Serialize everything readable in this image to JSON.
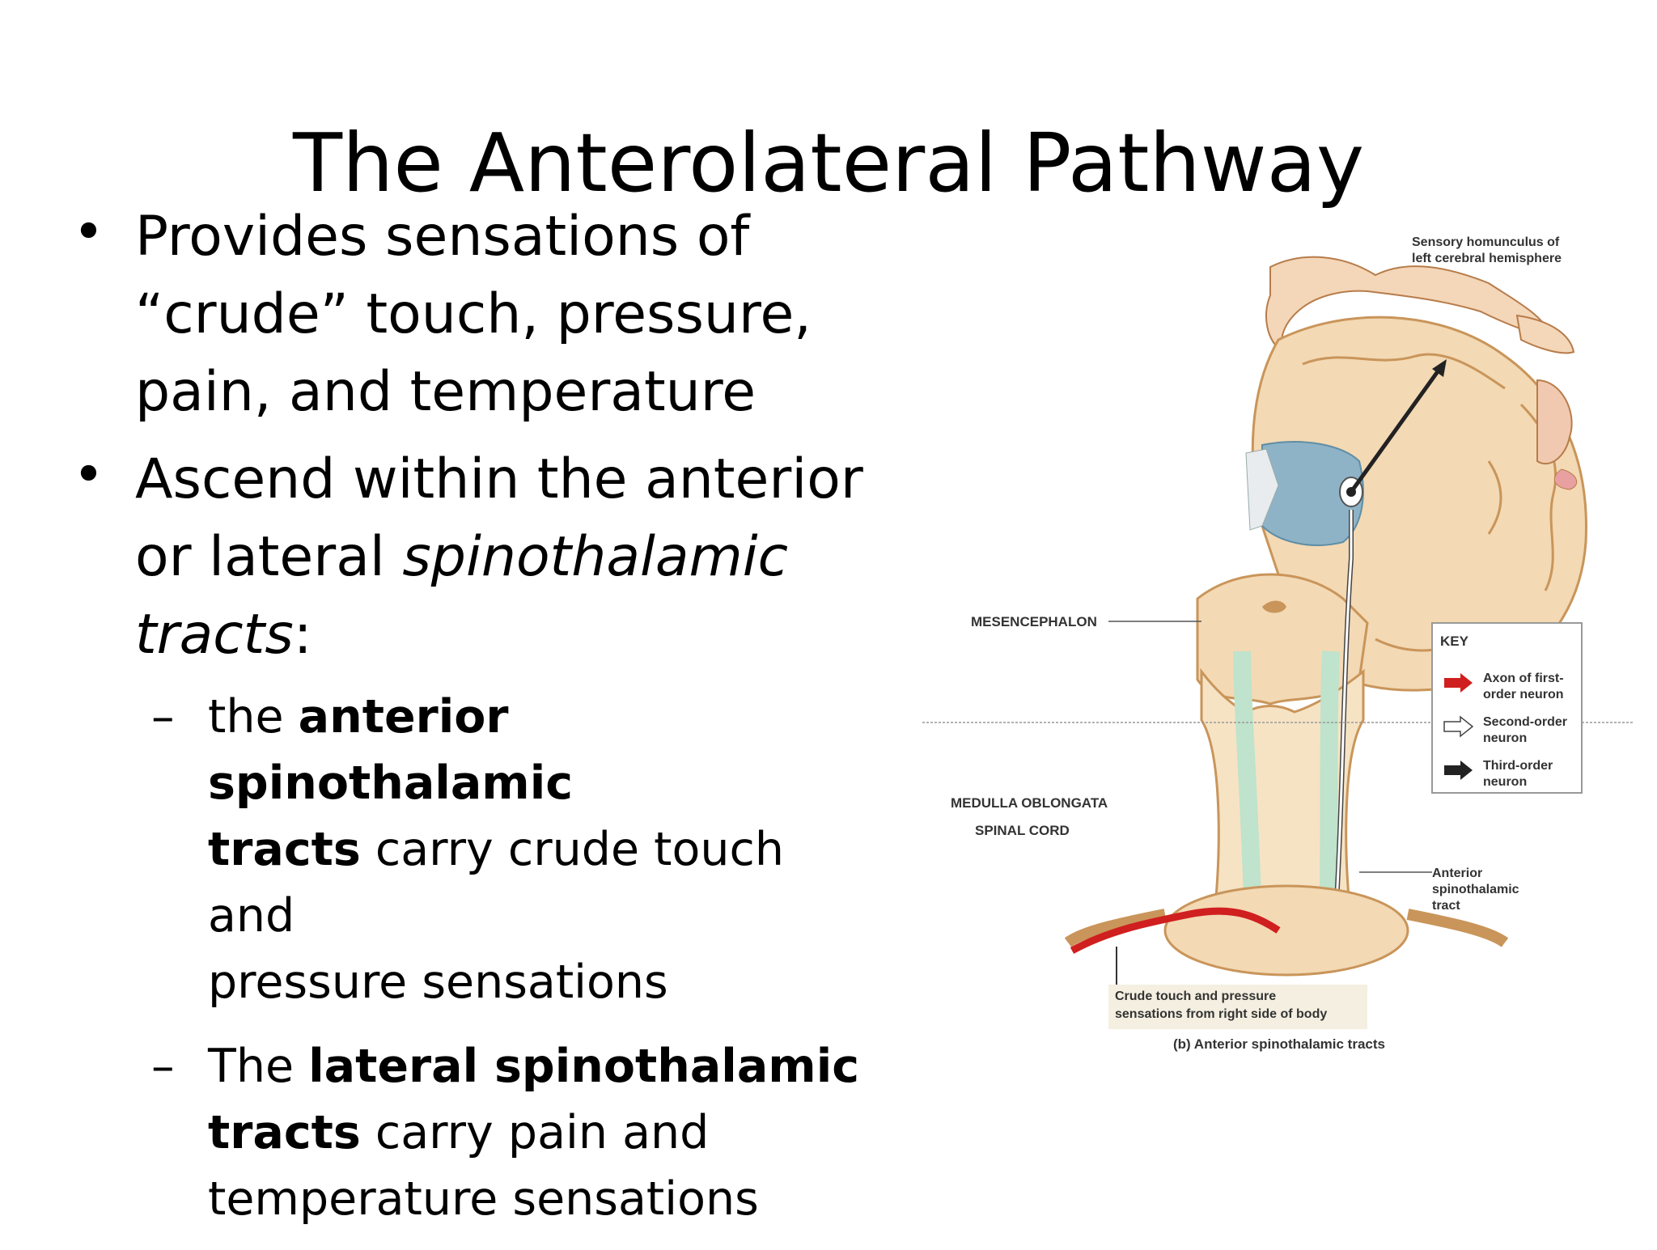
{
  "slide": {
    "title": "The Anterolateral Pathway",
    "bullets": [
      {
        "lines": [
          "Provides sensations of",
          "“crude” touch, pressure,",
          "pain, and temperature"
        ]
      },
      {
        "line1": "Ascend within the anterior",
        "line2_plain": "or lateral ",
        "line2_italic": "spinothalamic",
        "line3_italic": "tracts",
        "line3_plain": ":"
      }
    ],
    "sub_bullets": [
      {
        "dash": "–",
        "pre": "the ",
        "bold1": "anterior spinothalamic",
        "bold2": "tracts",
        "post": " carry crude touch and",
        "line3": "pressure sensations"
      },
      {
        "dash": "–",
        "pre": "The ",
        "bold1": "lateral spinothalamic",
        "bold2": "tracts",
        "post": " carry pain and",
        "line3": "temperature sensations"
      }
    ]
  },
  "figure": {
    "homunculus_label_1": "Sensory homunculus of",
    "homunculus_label_2": "left cerebral hemisphere",
    "mesencephalon": "MESENCEPHALON",
    "medulla": "MEDULLA OBLONGATA",
    "spinal_cord": "SPINAL CORD",
    "key": {
      "title": "KEY",
      "items": [
        {
          "line1": "Axon of first-",
          "line2": "order neuron",
          "color": "#d01f1f"
        },
        {
          "line1": "Second-order",
          "line2": "neuron",
          "color": "#ffffff"
        },
        {
          "line1": "Third-order",
          "line2": "neuron",
          "color": "#222222"
        }
      ]
    },
    "tract_label_1": "Anterior",
    "tract_label_2": "spinothalamic",
    "tract_label_3": "tract",
    "caption_1": "Crude touch and pressure",
    "caption_2": "sensations from right side of body",
    "figure_caption": "(b) Anterior spinothalamic tracts"
  },
  "colors": {
    "tissue": "#f3d9b4",
    "tissue_dark": "#c9955a",
    "tract_green": "#bfe3cc",
    "ventricle_blue": "#8fb3c6",
    "first_order_red": "#d01f1f"
  }
}
